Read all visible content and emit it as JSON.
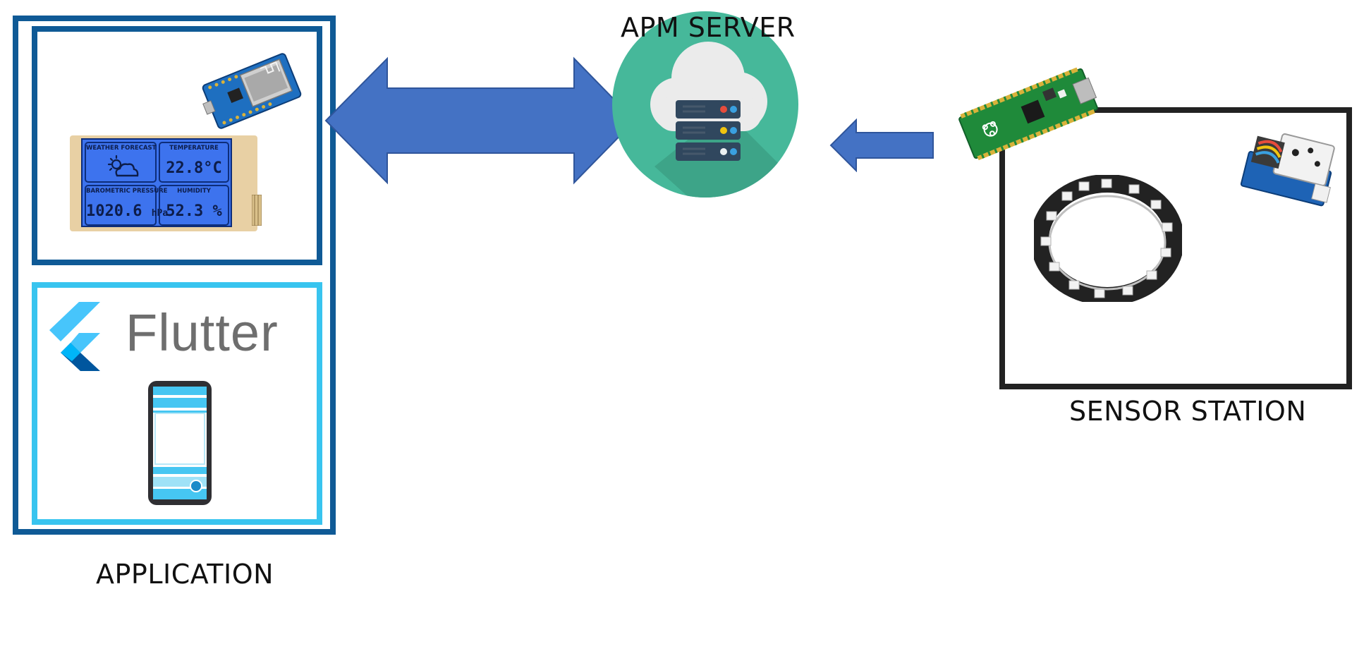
{
  "labels": {
    "server": "APM SERVER",
    "application": "APPLICATION",
    "sensor_station": "SENSOR STATION"
  },
  "lcd": {
    "forecast_title": "WEATHER FORECAST",
    "temperature_title": "TEMPERATURE",
    "temperature_value": "22.8°C",
    "pressure_title": "BAROMETRIC PRESSURE",
    "pressure_value": "1020.6",
    "pressure_unit": "hPa",
    "humidity_title": "HUMIDITY",
    "humidity_value": "52.3 %"
  },
  "flutter": {
    "wordmark": "Flutter"
  },
  "colors": {
    "app_frame": "#0f5a96",
    "flutter_frame": "#38c4ef",
    "arrow": "#4472c4",
    "server_circle": "#46b89a",
    "sensor_frame": "#222222"
  },
  "icons": [
    "wemos-board-icon",
    "lcd-display-icon",
    "flutter-logo-icon",
    "phone-icon",
    "cloud-server-icon",
    "raspberry-pi-pico-icon",
    "led-ring-icon",
    "dust-sensor-icon"
  ]
}
